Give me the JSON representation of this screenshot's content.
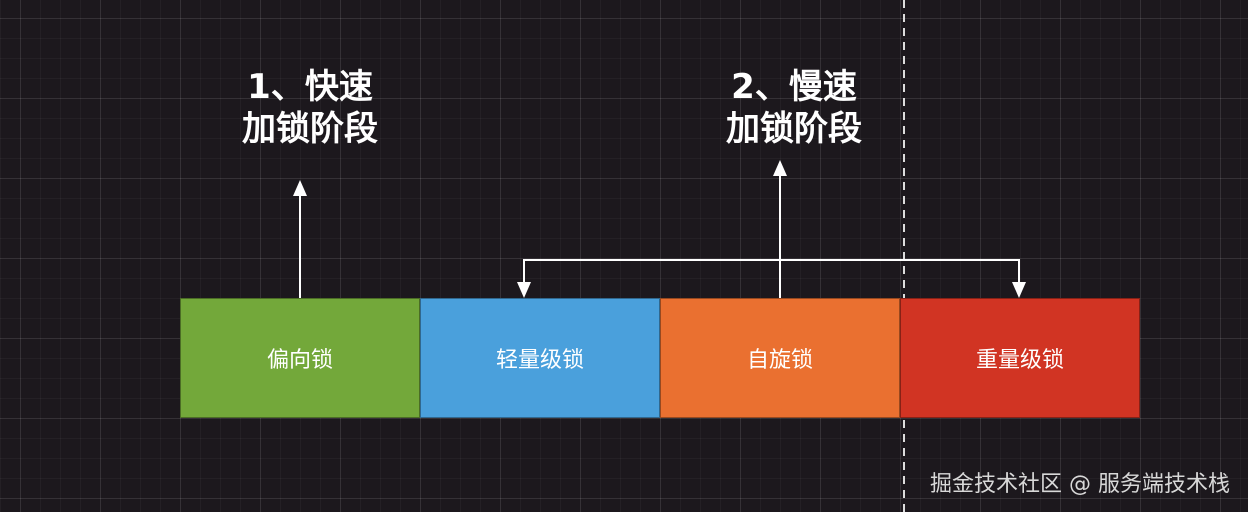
{
  "phases": {
    "fast": {
      "line1": "1、快速",
      "line2": "加锁阶段"
    },
    "slow": {
      "line1": "2、慢速",
      "line2": "加锁阶段"
    }
  },
  "locks": [
    {
      "label": "偏向锁",
      "color": "#73a83a"
    },
    {
      "label": "轻量级锁",
      "color": "#4aa0dc"
    },
    {
      "label": "自旋锁",
      "color": "#ea7030"
    },
    {
      "label": "重量级锁",
      "color": "#d13423"
    }
  ],
  "watermark": "掘金技术社区 @ 服务端技术栈",
  "colors": {
    "background": "#1c181d",
    "arrow": "#ffffff",
    "text": "#ffffff"
  }
}
